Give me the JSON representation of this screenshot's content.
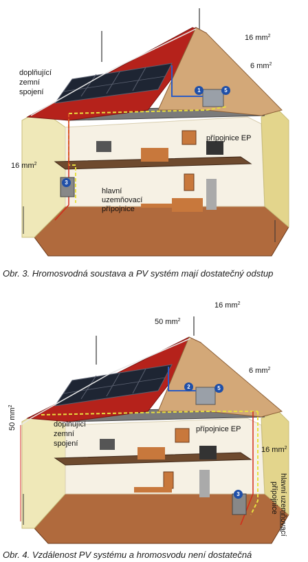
{
  "figure1": {
    "caption": "Obr. 3. Hromosvodná soustava a PV systém mají dostatečný odstup",
    "labels": {
      "dopl_line1": "doplňující",
      "dopl_line2": "zemní",
      "dopl_line3": "spojení",
      "mm16_top": "16 mm",
      "mm16_top_sup": "2",
      "mm6": "6 mm",
      "mm6_sup": "2",
      "pripojnice_ep": "přípojnice EP",
      "mm16_left": "16 mm",
      "mm16_left_sup": "2",
      "hlavni_line1": "hlavní",
      "hlavni_line2": "uzemňovací",
      "hlavni_line3": "přípojnice"
    },
    "badges": [
      "1",
      "5",
      "3"
    ]
  },
  "figure2": {
    "caption": "Obr. 4. Vzdálenost PV systému a hromosvodu není dostatečná",
    "labels": {
      "mm50_top": "50 mm",
      "mm50_top_sup": "2",
      "mm16_top": "16 mm",
      "mm16_top_sup": "2",
      "mm6": "6 mm",
      "mm6_sup": "2",
      "mm50_left": "50 mm",
      "mm50_left_sup": "2",
      "dopl_line1": "doplňující",
      "dopl_line2": "zemní",
      "dopl_line3": "spojení",
      "pripojnice_ep": "přípojnice EP",
      "mm16_right": "16 mm",
      "mm16_right_sup": "2",
      "hlavni_vert1": "hlavní uzemňovací",
      "hlavni_vert2": "přípojnice"
    },
    "badges": [
      "2",
      "5",
      "3"
    ]
  },
  "colors": {
    "roof": "#b5221b",
    "roof_side": "#c9a27a",
    "wall": "#efe8b8",
    "wall_side": "#e3d58c",
    "interior": "#f6f1e4",
    "floor": "#a8643a",
    "ground_wire": "#e8e040",
    "lightning_wire": "#d22a1a",
    "pv_wire": "#2a5bc4",
    "badge": "#1f4fa8"
  }
}
